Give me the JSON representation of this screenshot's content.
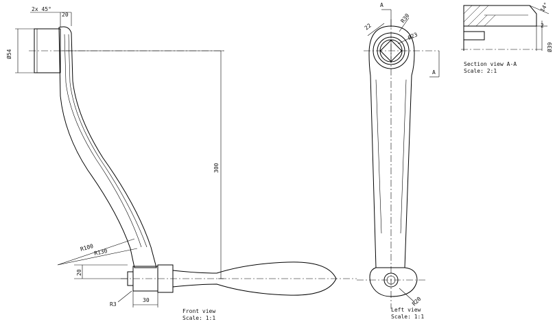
{
  "front_view": {
    "chamfer_label": "2x 45°",
    "top_width_label": "20",
    "diameter_label": "Ø54",
    "height_label": "300",
    "radius_1_label": "R100",
    "radius_2_label": "R130",
    "lower_offset_label": "20",
    "corner_radius_label": "R3",
    "bottom_width_label": "30",
    "caption_title": "Front view",
    "caption_scale": "Scale:  1:1"
  },
  "left_view": {
    "section_marker_top": "A",
    "section_marker_bottom": "A",
    "width_label": "22",
    "top_radius_label": "R30",
    "inner_diameter_label": "Ø23",
    "bottom_radius_label": "R20",
    "caption_title": "Left view",
    "caption_scale": "Scale:  1:1"
  },
  "section_view": {
    "angle_label": "14°",
    "depth_label": "2",
    "diameter_label": "Ø39",
    "caption_title": "Section view A-A",
    "caption_scale": "Scale:  2:1"
  }
}
